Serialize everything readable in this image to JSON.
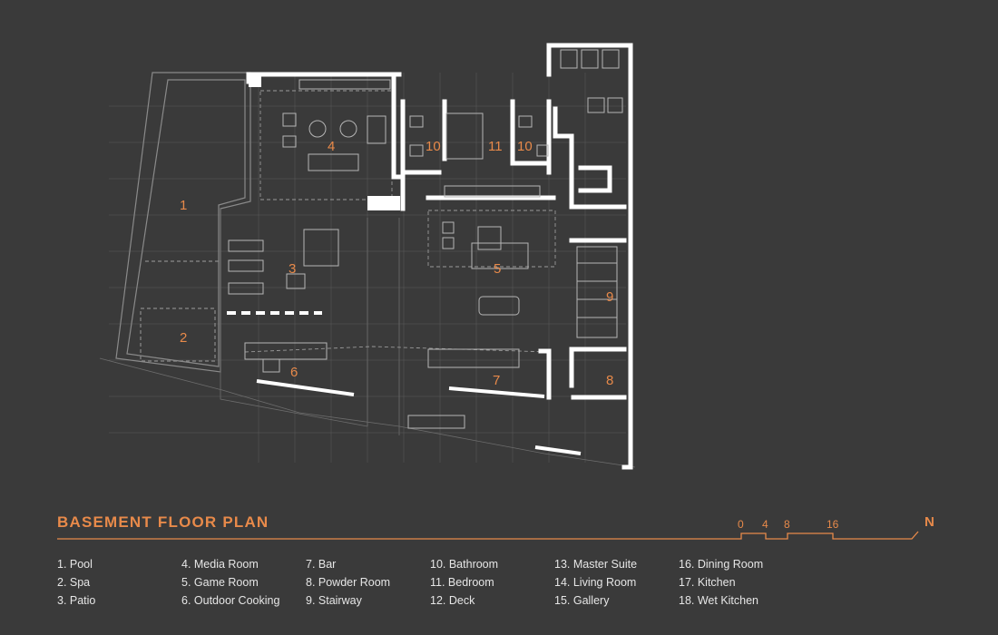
{
  "title": "BASEMENT FLOOR PLAN",
  "accent_color": "#e88a4a",
  "background_color": "#3a3a3a",
  "wall_color": "#ffffff",
  "room_labels": [
    "1",
    "2",
    "3",
    "4",
    "5",
    "6",
    "7",
    "8",
    "9",
    "10",
    "10",
    "11"
  ],
  "legend": [
    [
      "1.  Pool",
      "2.  Spa",
      "3.  Patio"
    ],
    [
      "4.  Media Room",
      "5.  Game Room",
      "6.  Outdoor Cooking"
    ],
    [
      "7.  Bar",
      "8.  Powder Room",
      "9.  Stairway"
    ],
    [
      "10.  Bathroom",
      "11.  Bedroom",
      "12.  Deck"
    ],
    [
      "13.  Master Suite",
      "14.  Living Room",
      "15.  Gallery"
    ],
    [
      "16.  Dining Room",
      "17.  Kitchen",
      "18.  Wet Kitchen"
    ]
  ],
  "scale": {
    "marks": [
      "0",
      "4",
      "8",
      "16"
    ]
  },
  "north_label": "N"
}
